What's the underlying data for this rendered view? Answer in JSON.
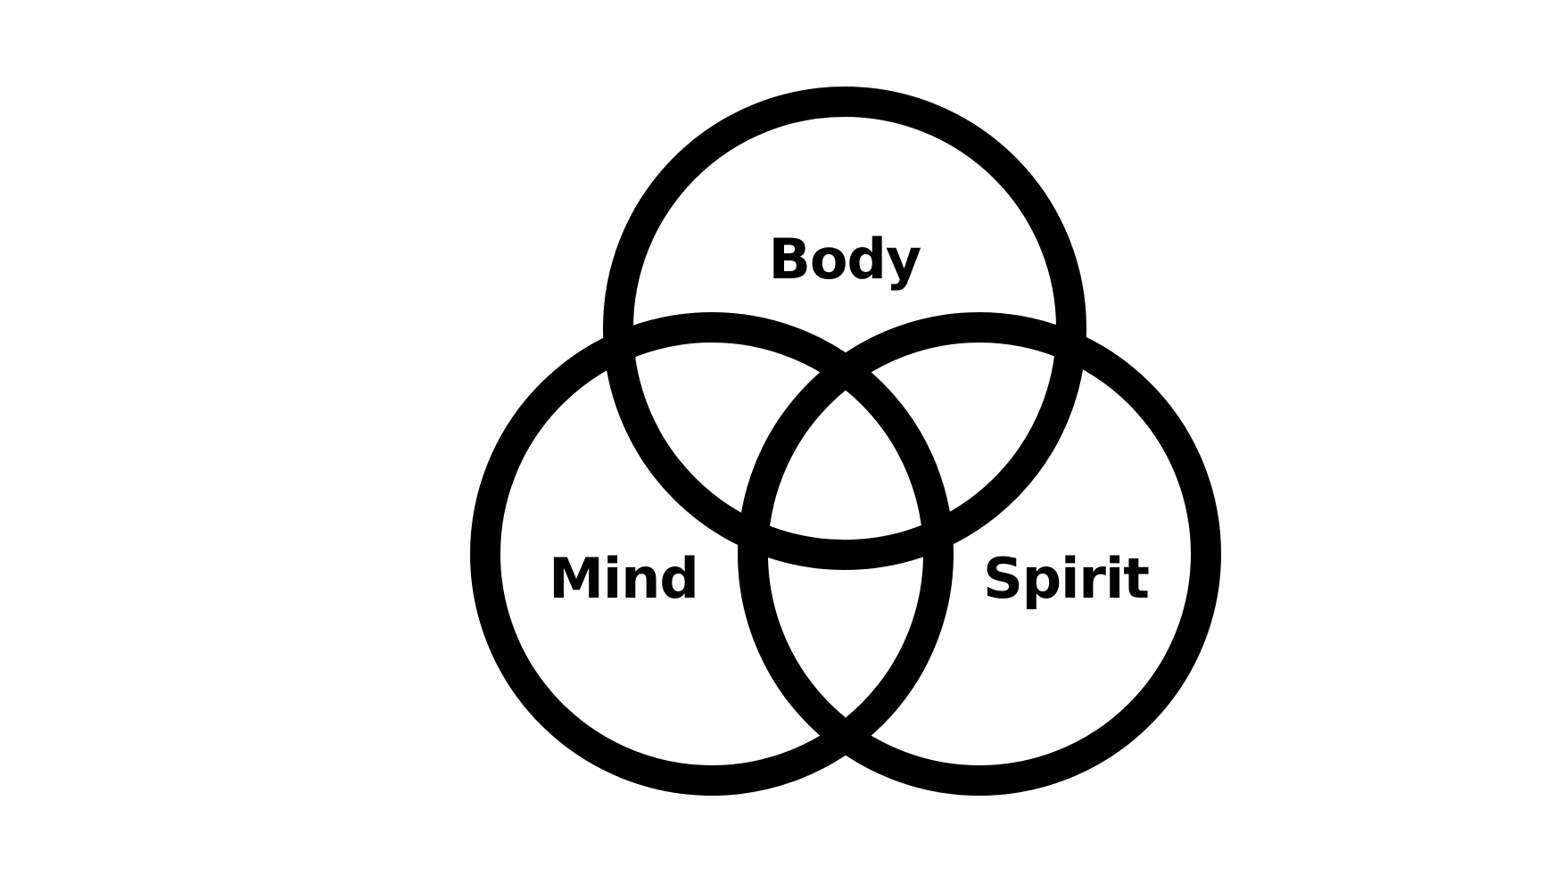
{
  "diagram": {
    "type": "venn-three-circle",
    "line_color": "#000000",
    "background_color": "#ffffff",
    "sets": [
      {
        "label": "Body"
      },
      {
        "label": "Mind"
      },
      {
        "label": "Spirit"
      }
    ]
  }
}
